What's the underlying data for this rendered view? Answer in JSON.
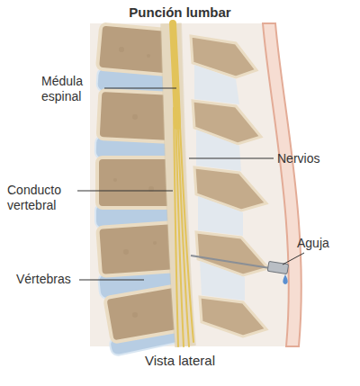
{
  "diagram": {
    "title": "Punción lumbar",
    "caption": "Vista lateral",
    "labels": [
      "Médula espinal",
      "Nervios",
      "Conducto vertebral",
      "Vértebras",
      "Aguja"
    ]
  }
}
